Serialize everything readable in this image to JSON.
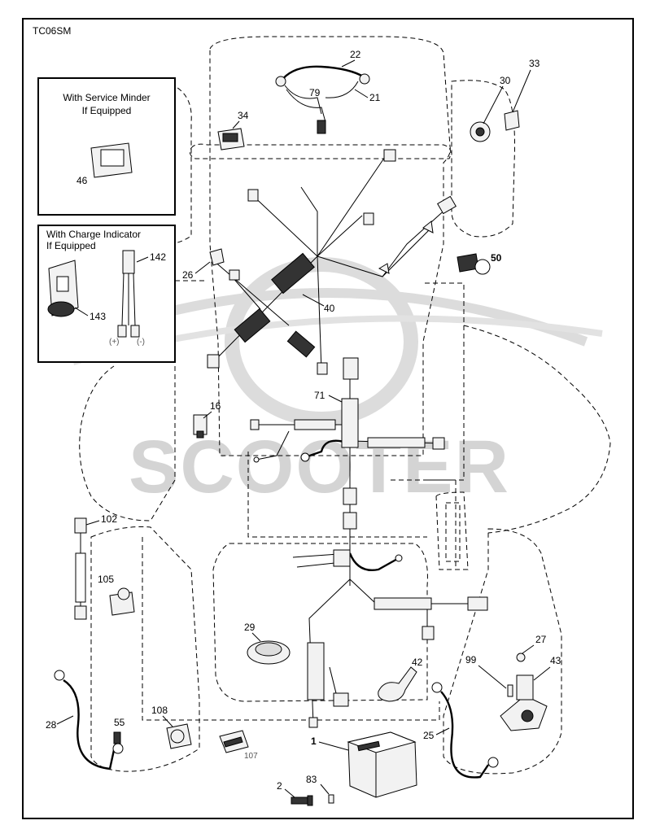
{
  "diagram": {
    "code": "TC06SM",
    "watermark": "SCOOTER",
    "inset_boxes": {
      "service_minder": {
        "line1": "With Service Minder",
        "line2": "If Equipped",
        "part": "46"
      },
      "charge_indicator": {
        "line1": "With Charge Indicator",
        "line2": "If Equipped",
        "parts": [
          "142",
          "143"
        ],
        "pos": "(+)",
        "neg": "(-)"
      }
    },
    "labels": {
      "p22": "22",
      "p79": "79",
      "p21": "21",
      "p34": "34",
      "p30": "30",
      "p33": "33",
      "p26": "26",
      "p40": "40",
      "p50": "50",
      "p16": "16",
      "p71": "71",
      "p102": "102",
      "p105": "105",
      "p29": "29",
      "p42": "42",
      "p27": "27",
      "p99": "99",
      "p43": "43",
      "p28": "28",
      "p55": "55",
      "p108": "108",
      "p107": "107",
      "p1": "1",
      "p25": "25",
      "p2": "2",
      "p83": "83"
    }
  }
}
